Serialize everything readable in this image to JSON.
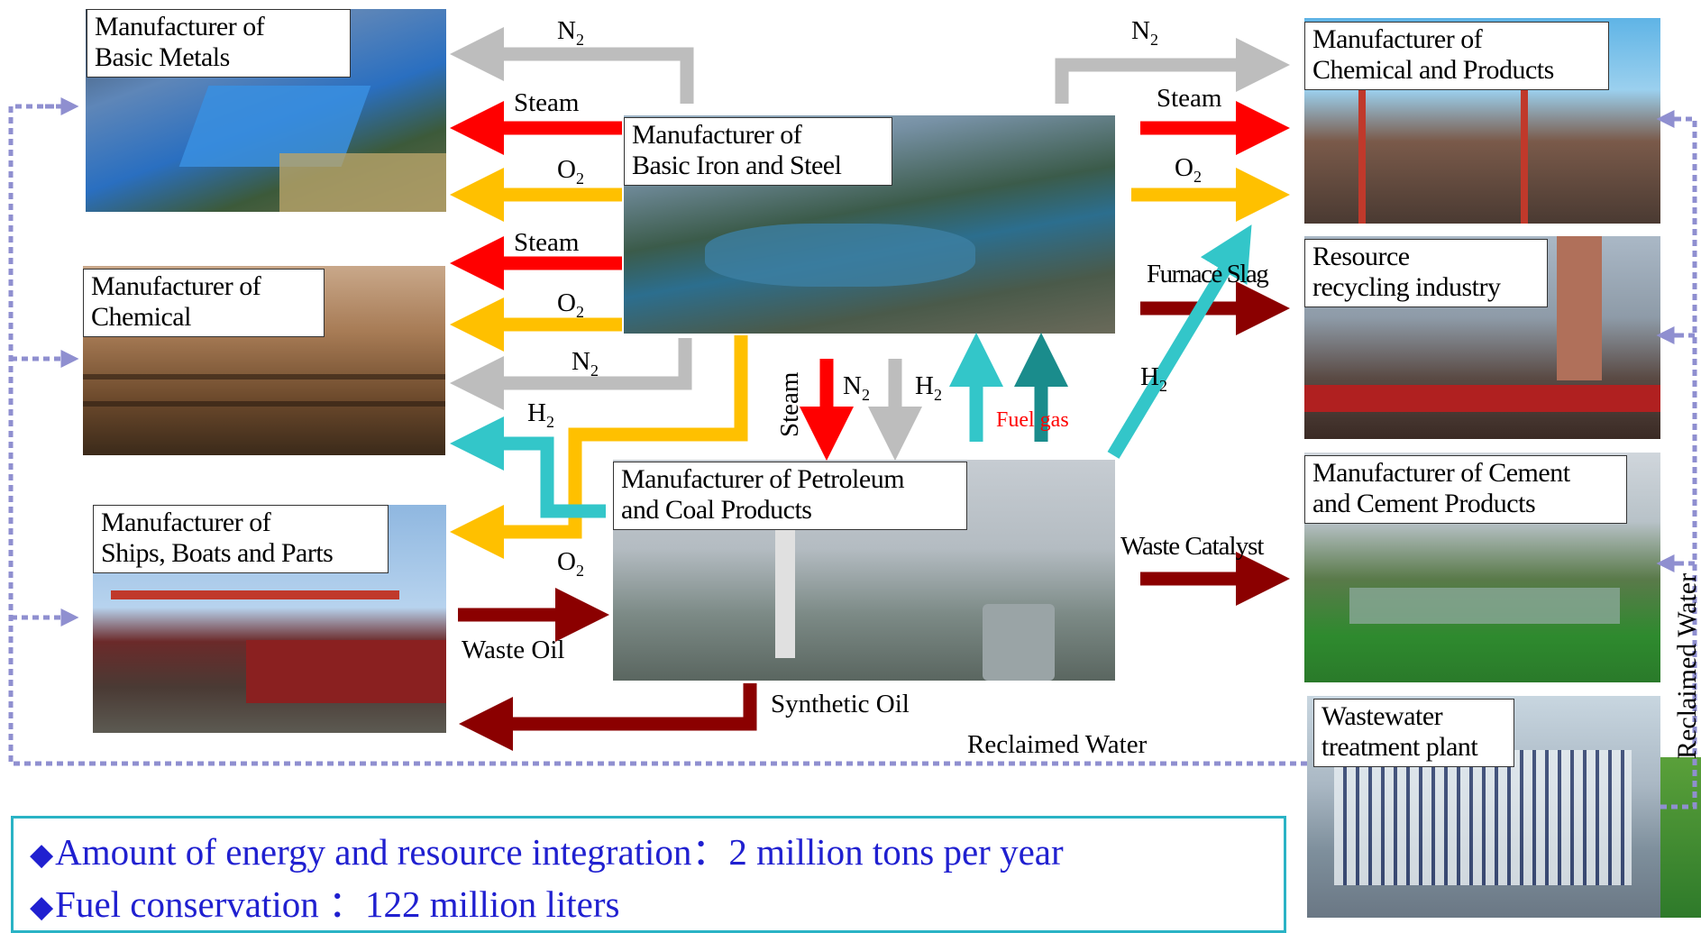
{
  "boxes": {
    "basic_metals": "Manufacturer of\nBasic Metals",
    "chemical": "Manufacturer of\nChemical",
    "ships": "Manufacturer of\nShips, Boats and Parts",
    "iron_steel": "Manufacturer of\nBasic Iron and Steel",
    "petroleum": "Manufacturer of Petroleum\nand Coal Products",
    "chemical_products": "Manufacturer of\nChemical and Products",
    "resource_recycling": "Resource\nrecycling industry",
    "cement": "Manufacturer of Cement\nand Cement Products",
    "wastewater": "Wastewater\ntreatment plant"
  },
  "flows": {
    "n2_left_top": "N",
    "steam_left_1": "Steam",
    "o2_left_1": "O",
    "steam_left_2": "Steam",
    "o2_left_2": "O",
    "n2_left_mid": "N",
    "h2_left": "H",
    "o2_left_low": "O",
    "n2_right_top": "N",
    "steam_right": "Steam",
    "o2_right": "O",
    "furnace_slag": "Furnace Slag",
    "h2_right": "H",
    "steam_down": "Steam",
    "n2_down": "N",
    "h2_up": "H",
    "fuel_gas": "Fuel gas",
    "waste_catalyst": "Waste Catalyst",
    "waste_oil": "Waste Oil",
    "synthetic_oil": "Synthetic Oil",
    "reclaimed_water": "Reclaimed Water",
    "reclaimed_water_vertical": "Reclaimed Water",
    "subscript_2": "2"
  },
  "summary": {
    "bullet": "◆",
    "line1": "Amount of energy and resource integration：2 million tons per year",
    "line2": "Fuel conservation ：122 million liters"
  },
  "colors": {
    "n2": "#bdbdbd",
    "steam": "#ff0000",
    "o2": "#ffc000",
    "h2": "#33c6c9",
    "fuel_gas": "#1a8c8c",
    "dark_red": "#8b0000",
    "dashed": "#8f8fd0",
    "summary_text": "#2020d0",
    "summary_border": "#2ab3c5"
  }
}
